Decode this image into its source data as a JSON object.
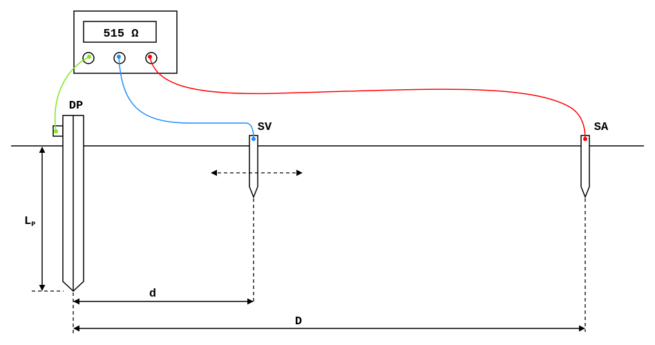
{
  "meter": {
    "reading": "515 Ω"
  },
  "labels": {
    "dp": "DP",
    "sv": "SV",
    "sa": "SA",
    "lp_main": "L",
    "lp_sub": "P",
    "d": "d",
    "D": "D"
  },
  "colors": {
    "green_wire": "#80e61a",
    "blue_wire": "#1a8cff",
    "red_wire": "#ff0000"
  }
}
